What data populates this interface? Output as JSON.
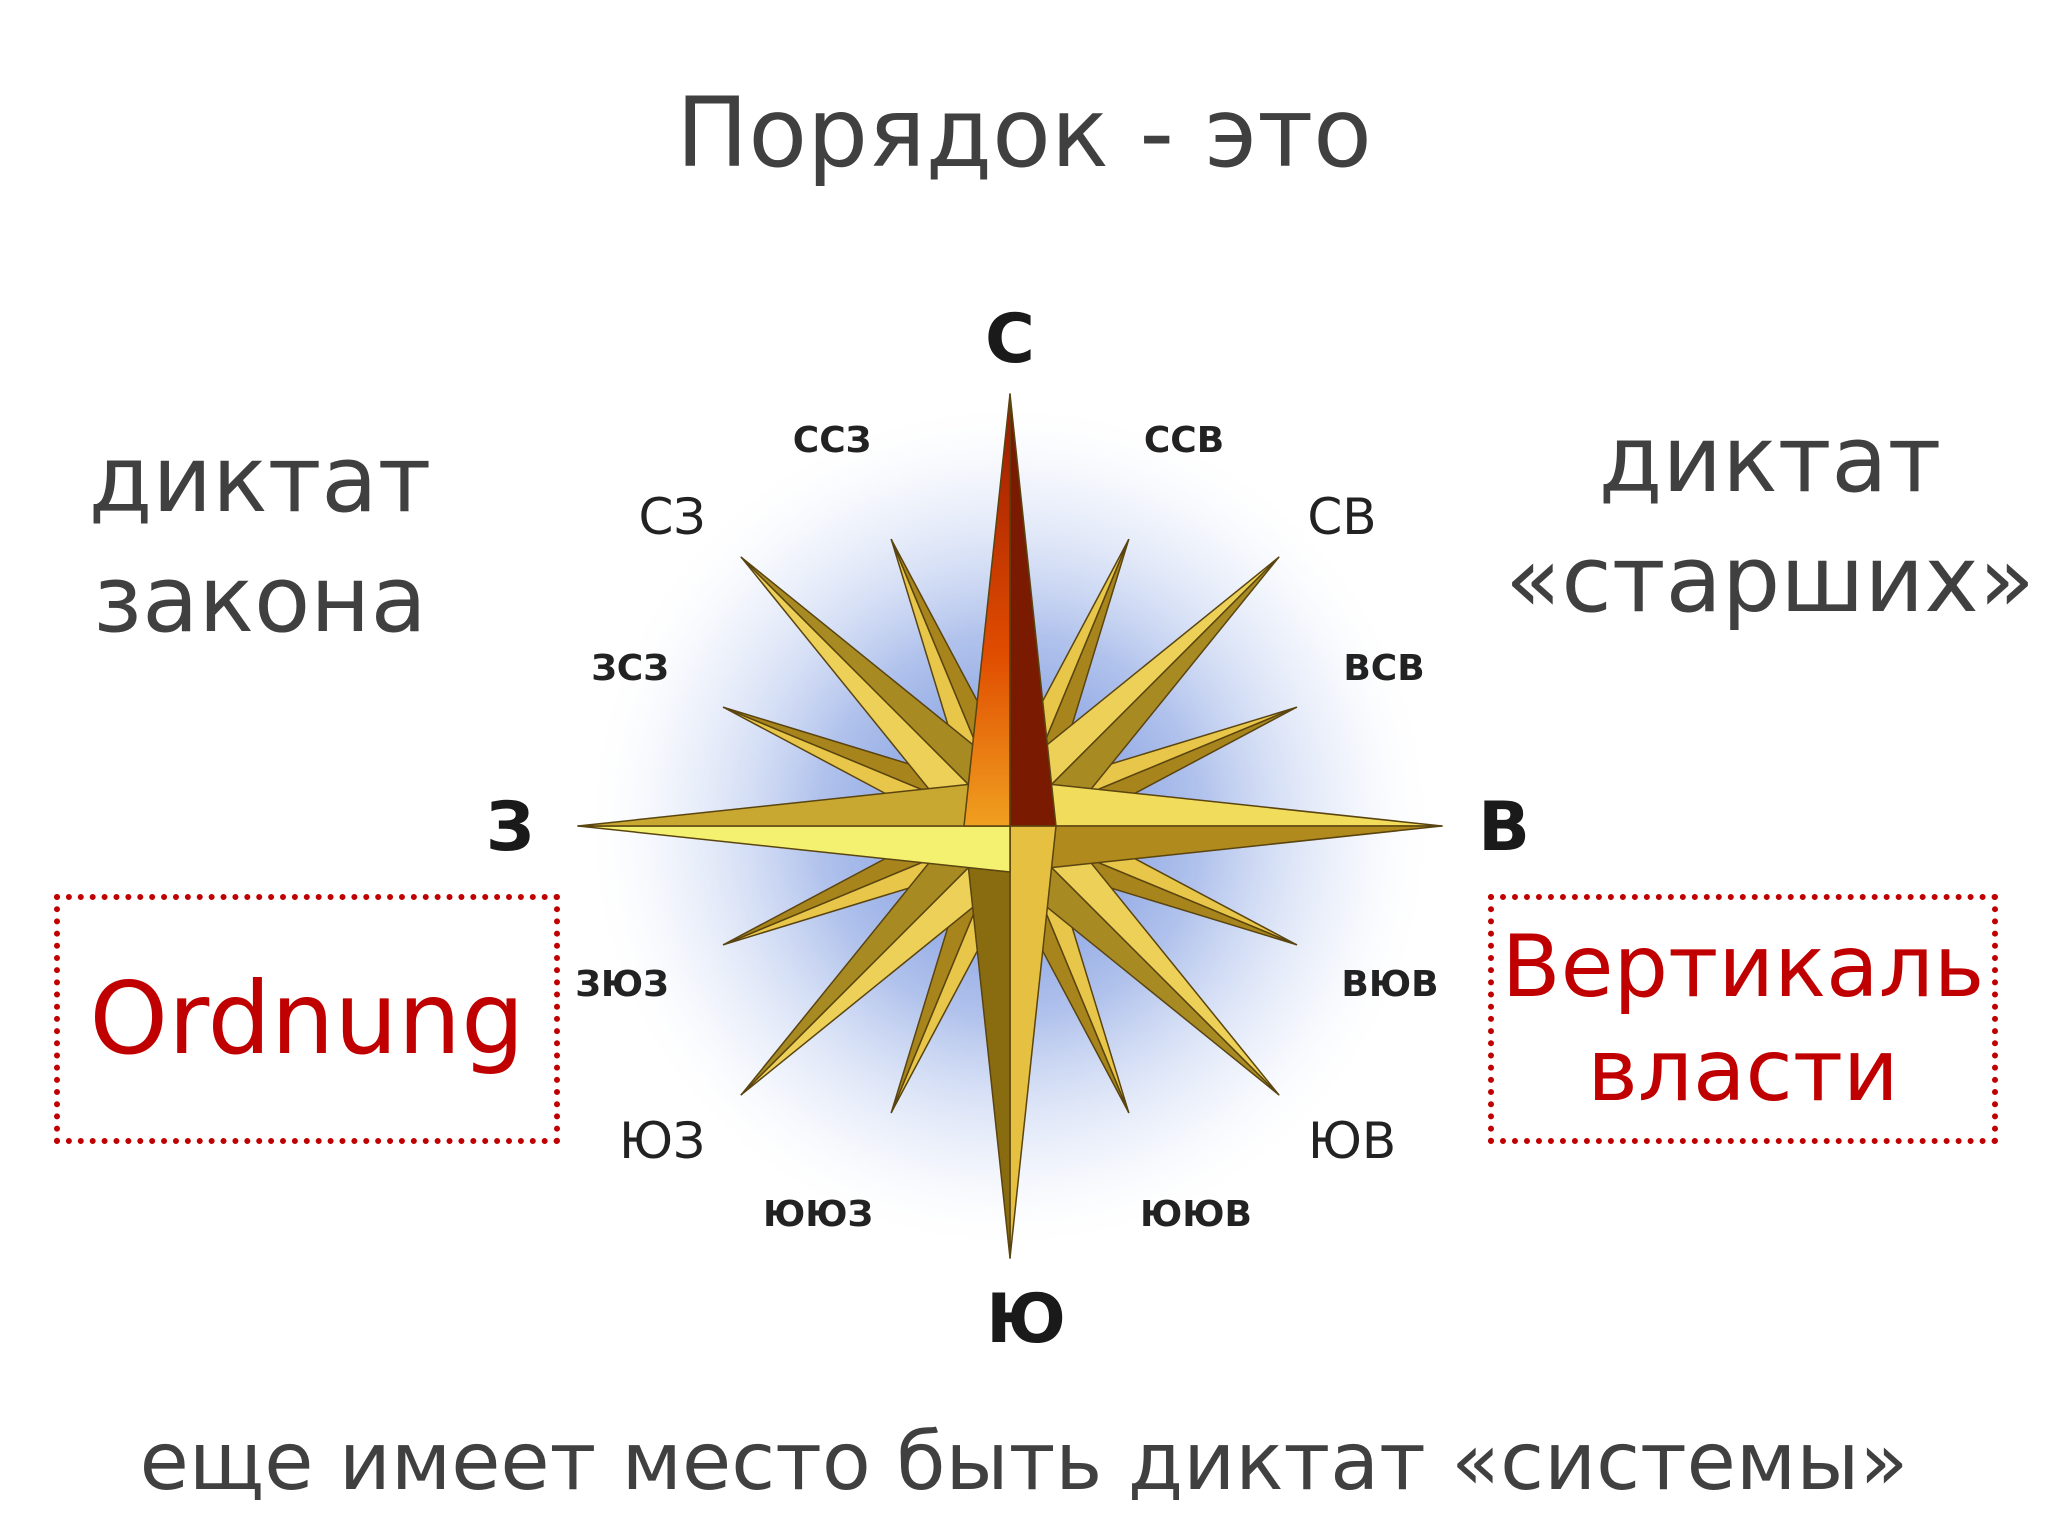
{
  "title": "Порядок - это",
  "left_text": {
    "line1": "диктат",
    "line2": "закона"
  },
  "right_text": {
    "line1": "диктат",
    "line2": "«старших»"
  },
  "left_box": {
    "text": "Ordnung"
  },
  "right_box": {
    "line1": "Вертикаль",
    "line2": "власти"
  },
  "bottom_text": "еще имеет место быть диктат «системы»",
  "compass": {
    "north": "С",
    "south": "Ю",
    "west": "З",
    "east": "В",
    "nw": "СЗ",
    "ne": "СВ",
    "sw": "ЮЗ",
    "se": "ЮВ",
    "nnw": "ССЗ",
    "nne": "ССВ",
    "wnw": "ЗСЗ",
    "ene": "ВСВ",
    "wsw": "ЗЮЗ",
    "ese": "ВЮВ",
    "ssw": "ЮЮЗ",
    "sse": "ЮЮВ"
  },
  "colors": {
    "accent_red": "#c00000",
    "text_gray": "#404040",
    "star_gold": "#d8b43c",
    "north_point": "#d84000"
  }
}
